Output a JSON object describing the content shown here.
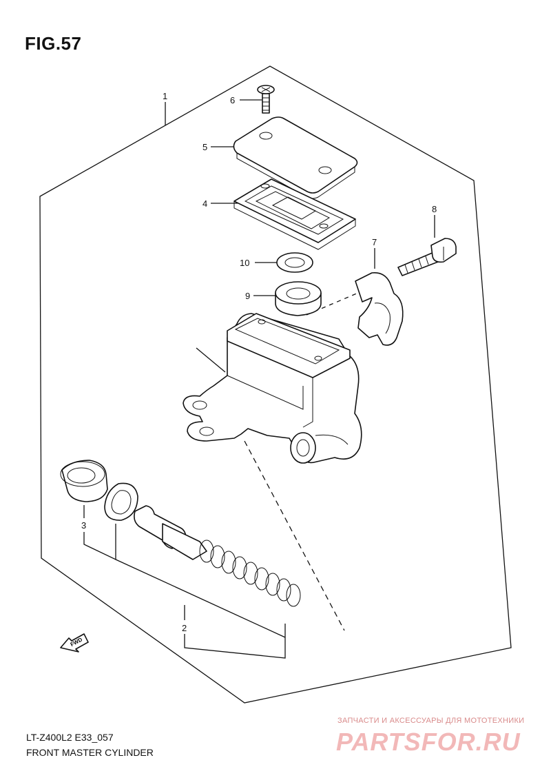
{
  "figure": {
    "title": "FIG.57"
  },
  "callouts": [
    {
      "id": "1",
      "label": "1"
    },
    {
      "id": "2",
      "label": "2"
    },
    {
      "id": "3",
      "label": "3"
    },
    {
      "id": "4",
      "label": "4"
    },
    {
      "id": "5",
      "label": "5"
    },
    {
      "id": "6",
      "label": "6"
    },
    {
      "id": "7",
      "label": "7"
    },
    {
      "id": "8",
      "label": "8"
    },
    {
      "id": "9",
      "label": "9"
    },
    {
      "id": "10",
      "label": "10"
    }
  ],
  "fwd_label": "FWD",
  "footer": {
    "model": "LT-Z400L2 E33_057",
    "name": "FRONT MASTER CYLINDER"
  },
  "watermark": {
    "tagline": "ЗАПЧАСТИ И АКСЕССУАРЫ ДЛЯ МОТОТЕХНИКИ",
    "brand": "PARTSFOR.RU",
    "color": "#f2b8b8"
  }
}
